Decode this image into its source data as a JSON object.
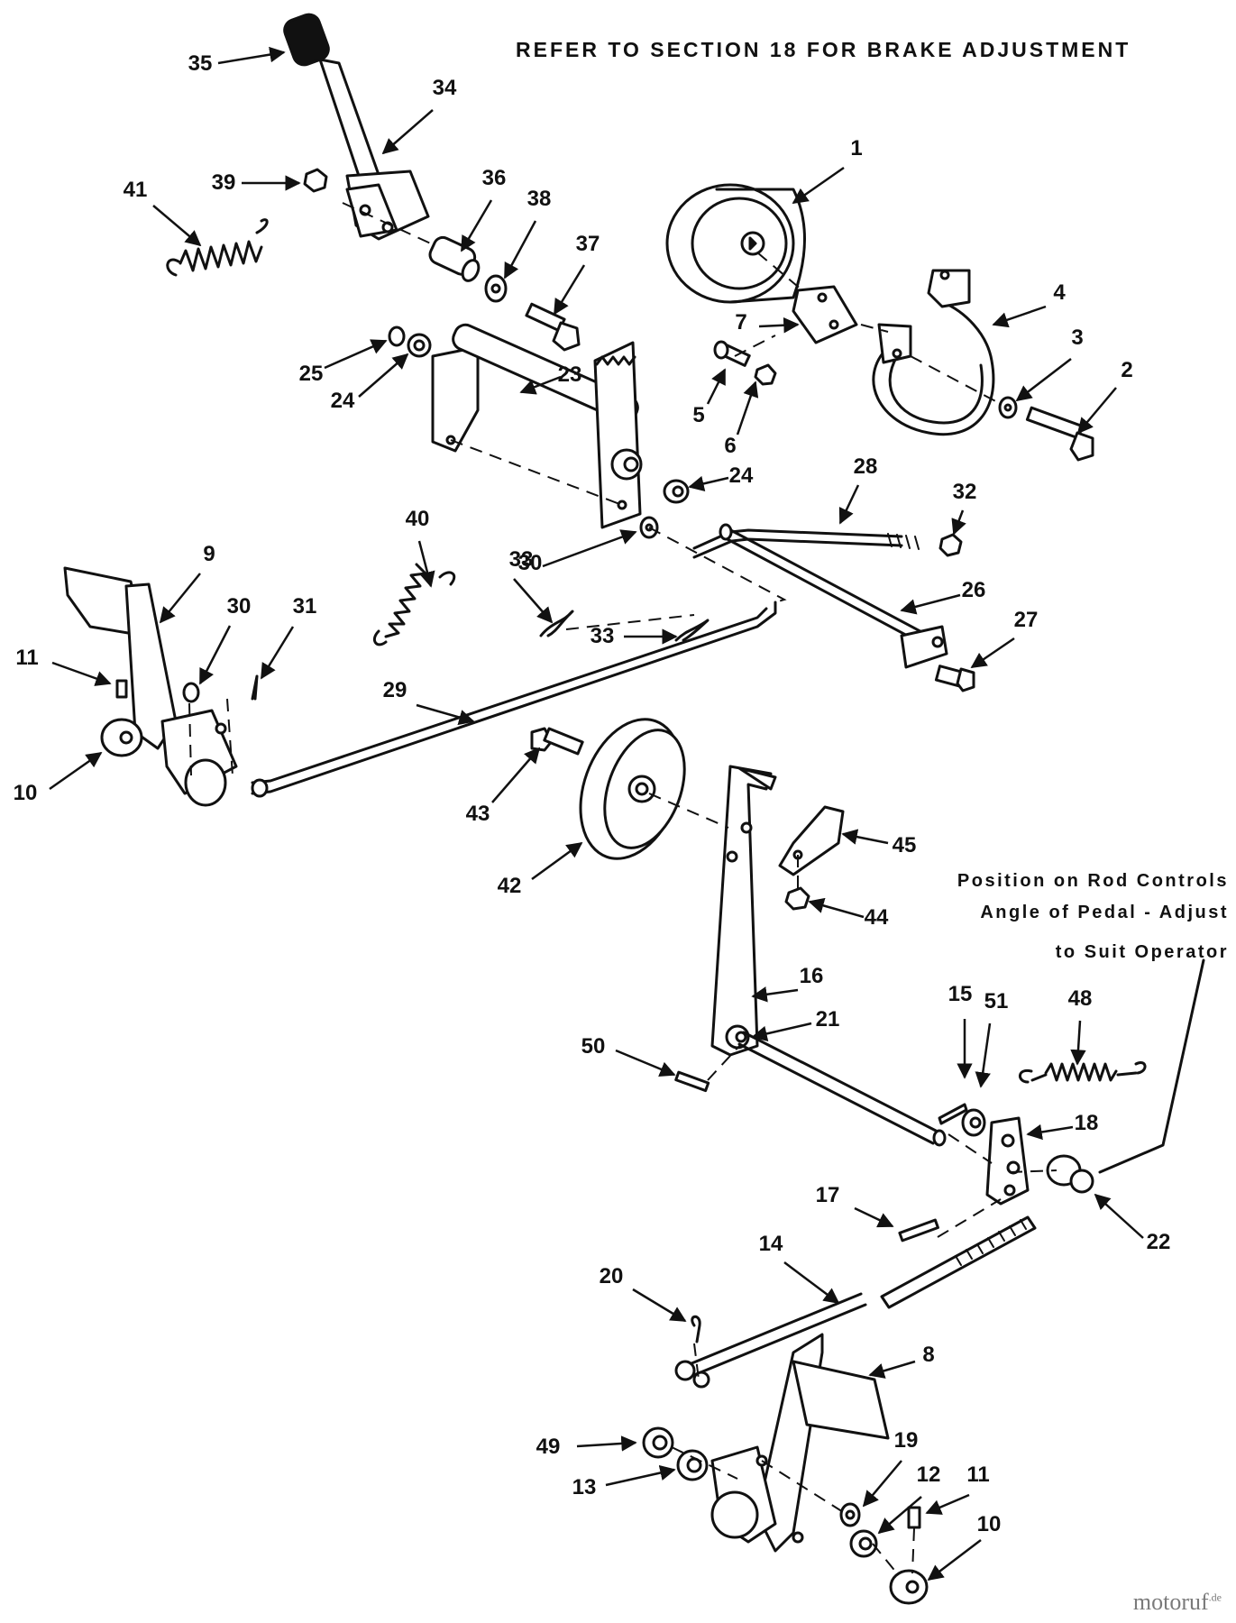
{
  "note_top": "REFER TO SECTION 18 FOR BRAKE ADJUSTMENT",
  "operator_note": [
    "Position on Rod Controls",
    "Angle of Pedal - Adjust",
    "to Suit Operator"
  ],
  "watermark": {
    "name": "motoruf",
    "suffix": ".de"
  },
  "parts": [
    {
      "label": "35"
    },
    {
      "label": "34"
    },
    {
      "label": "39"
    },
    {
      "label": "41"
    },
    {
      "label": "36"
    },
    {
      "label": "38"
    },
    {
      "label": "37"
    },
    {
      "label": "1"
    },
    {
      "label": "4"
    },
    {
      "label": "7"
    },
    {
      "label": "3"
    },
    {
      "label": "2"
    },
    {
      "label": "25"
    },
    {
      "label": "24"
    },
    {
      "label": "23"
    },
    {
      "label": "5"
    },
    {
      "label": "6"
    },
    {
      "label": "24"
    },
    {
      "label": "28"
    },
    {
      "label": "32"
    },
    {
      "label": "40"
    },
    {
      "label": "9"
    },
    {
      "label": "30"
    },
    {
      "label": "33"
    },
    {
      "label": "33"
    },
    {
      "label": "26"
    },
    {
      "label": "27"
    },
    {
      "label": "30"
    },
    {
      "label": "31"
    },
    {
      "label": "11"
    },
    {
      "label": "29"
    },
    {
      "label": "10"
    },
    {
      "label": "43"
    },
    {
      "label": "45"
    },
    {
      "label": "42"
    },
    {
      "label": "44"
    },
    {
      "label": "16"
    },
    {
      "label": "21"
    },
    {
      "label": "15"
    },
    {
      "label": "51"
    },
    {
      "label": "48"
    },
    {
      "label": "50"
    },
    {
      "label": "18"
    },
    {
      "label": "17"
    },
    {
      "label": "22"
    },
    {
      "label": "14"
    },
    {
      "label": "20"
    },
    {
      "label": "8"
    },
    {
      "label": "49"
    },
    {
      "label": "13"
    },
    {
      "label": "19"
    },
    {
      "label": "12"
    },
    {
      "label": "11"
    },
    {
      "label": "10"
    }
  ]
}
